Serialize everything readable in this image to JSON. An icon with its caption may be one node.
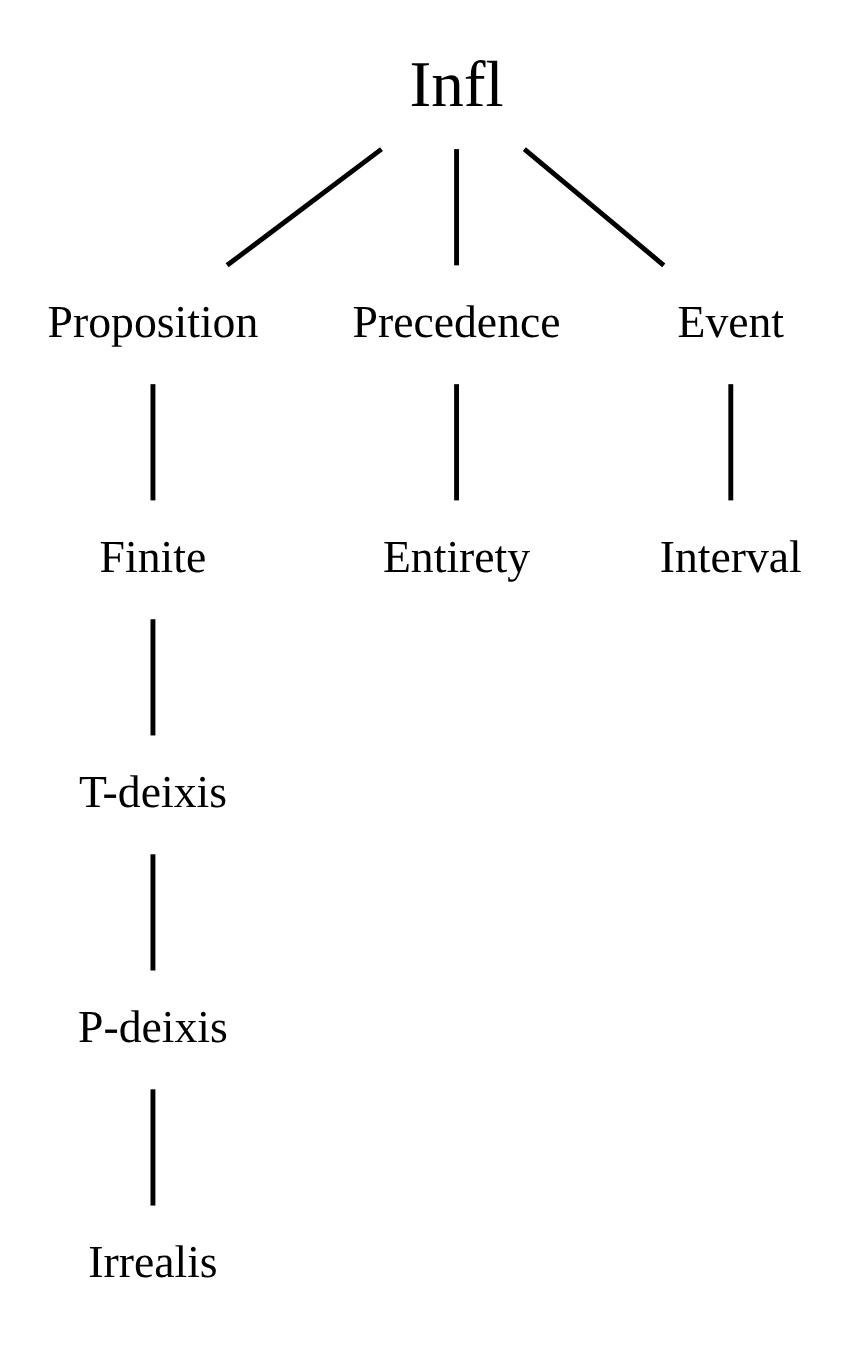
{
  "diagram": {
    "nodes": [
      {
        "text": [
          "Infl"
        ]
      },
      {
        "text": [
          "Proposition"
        ]
      },
      {
        "text": [
          "Precedence"
        ]
      },
      {
        "text": [
          "Event"
        ]
      },
      {
        "text": [
          "Finite"
        ]
      },
      {
        "text": [
          "Entirety"
        ]
      },
      {
        "text": [
          "Interval"
        ]
      },
      {
        "text": [
          "T-deixis"
        ]
      },
      {
        "text": [
          "P-deixis"
        ]
      },
      {
        "text": [
          "Irrealis"
        ]
      }
    ],
    "edges": [
      {
        "from": 0,
        "to": 1,
        "arrow": "none"
      },
      {
        "from": 0,
        "to": 2,
        "arrow": "none"
      },
      {
        "from": 0,
        "to": 3,
        "arrow": "none"
      },
      {
        "from": 1,
        "to": 4,
        "arrow": "none"
      },
      {
        "from": 2,
        "to": 5,
        "arrow": "none"
      },
      {
        "from": 3,
        "to": 6,
        "arrow": "none"
      },
      {
        "from": 4,
        "to": 7,
        "arrow": "none"
      },
      {
        "from": 7,
        "to": 8,
        "arrow": "none"
      },
      {
        "from": 8,
        "to": 9,
        "arrow": "none"
      }
    ]
  }
}
